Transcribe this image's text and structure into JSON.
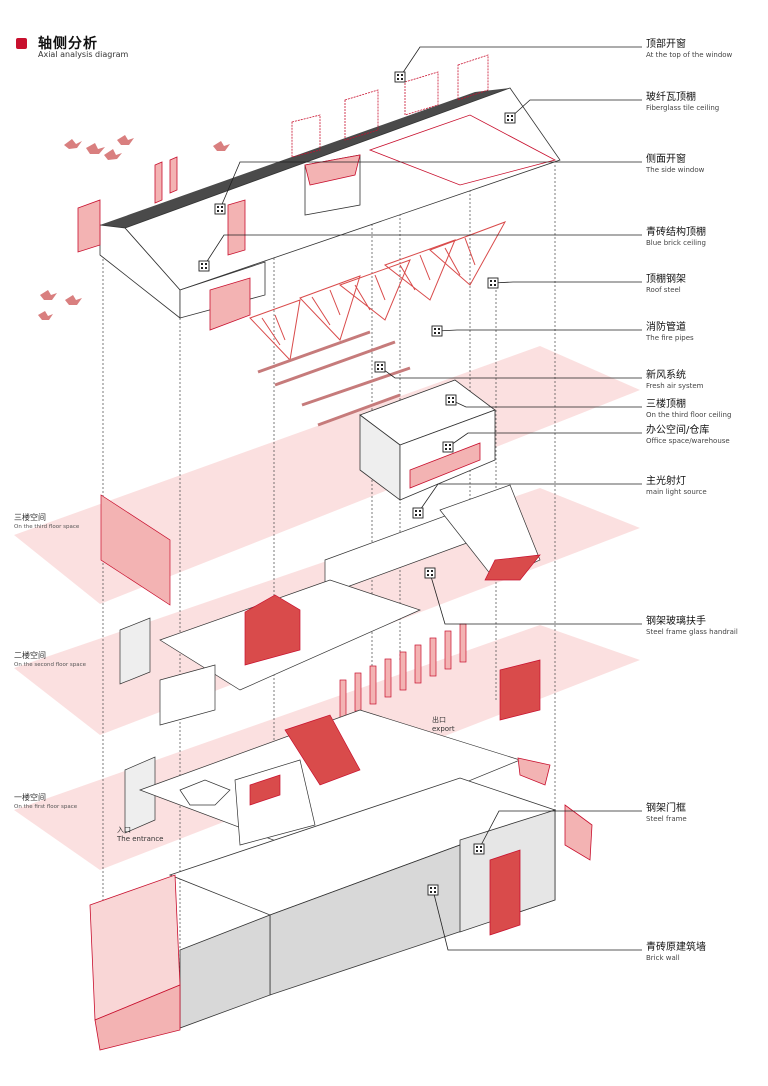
{
  "title": {
    "zh": "轴侧分析",
    "en": "Axial analysis diagram"
  },
  "colors": {
    "accent": "#c8102e",
    "pink_plane": "#f9d6d6",
    "red_line": "#e06a6a",
    "dark_roof": "#4a4a4a",
    "line": "#555555"
  },
  "callouts": [
    {
      "zh": "顶部开窗",
      "en": "At the top of the window"
    },
    {
      "zh": "玻纤瓦顶棚",
      "en": "Fiberglass tile ceiling"
    },
    {
      "zh": "侧面开窗",
      "en": "The side window"
    },
    {
      "zh": "青砖结构顶棚",
      "en": "Blue brick ceiling"
    },
    {
      "zh": "顶棚钢架",
      "en": "Roof steel"
    },
    {
      "zh": "消防管道",
      "en": "The fire pipes"
    },
    {
      "zh": "新风系统",
      "en": "Fresh air system"
    },
    {
      "zh": "三楼顶棚",
      "en": "On the third floor ceiling"
    },
    {
      "zh": "办公空间/仓库",
      "en": "Office space/warehouse"
    },
    {
      "zh": "主光射灯",
      "en": "main light source"
    },
    {
      "zh": "钢架玻璃扶手",
      "en": "Steel frame glass handrail"
    },
    {
      "zh": "钢架门框",
      "en": "Steel frame"
    },
    {
      "zh": "青砖原建筑墙",
      "en": "Brick wall"
    }
  ],
  "floors": [
    {
      "zh": "三楼空间",
      "en": "On the third floor space"
    },
    {
      "zh": "二楼空间",
      "en": "On the second floor space"
    },
    {
      "zh": "一楼空间",
      "en": "On the first floor space"
    }
  ],
  "signs": {
    "entrance": {
      "zh": "入口",
      "en": "The entrance"
    },
    "exit": {
      "zh": "出口",
      "en": "export"
    }
  }
}
